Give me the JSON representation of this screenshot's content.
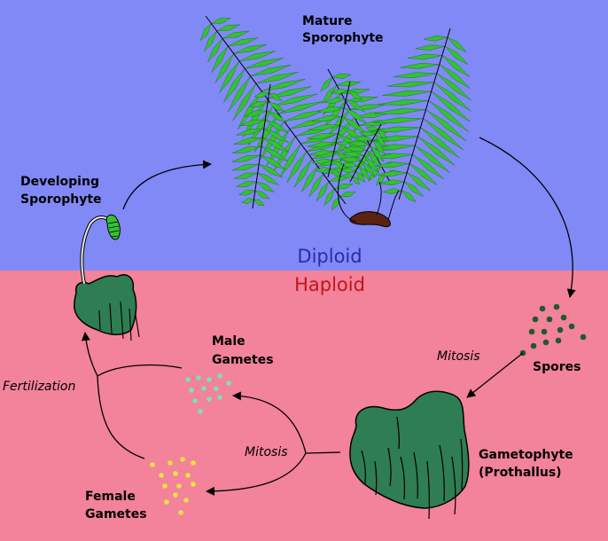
{
  "zones": {
    "diploid": "Diploid",
    "haploid": "Haploid"
  },
  "labels": {
    "mature_sporophyte": [
      "Mature",
      "Sporophyte"
    ],
    "developing_sporophyte": [
      "Developing",
      "Sporophyte"
    ],
    "spores": "Spores",
    "mitosis_spores": "Mitosis",
    "gametophyte": [
      "Gametophyte",
      "(Prothallus)"
    ],
    "mitosis_gametes": "Mitosis",
    "male_gametes": [
      "Male",
      "Gametes"
    ],
    "female_gametes": [
      "Female",
      "Gametes"
    ],
    "fertilization": "Fertilization"
  },
  "colors": {
    "diploid_bg": "#8189f6",
    "haploid_bg": "#f3829b",
    "diploid_text": "#2a2ab0",
    "haploid_text": "#c01717",
    "frond_green": "#33c233",
    "gametophyte_green": "#2f7d52",
    "spore_green": "#1f5a2a",
    "male_gamete": "#7ee0b8",
    "female_gamete": "#f1e33f",
    "rhizome_brown": "#5a2210"
  }
}
